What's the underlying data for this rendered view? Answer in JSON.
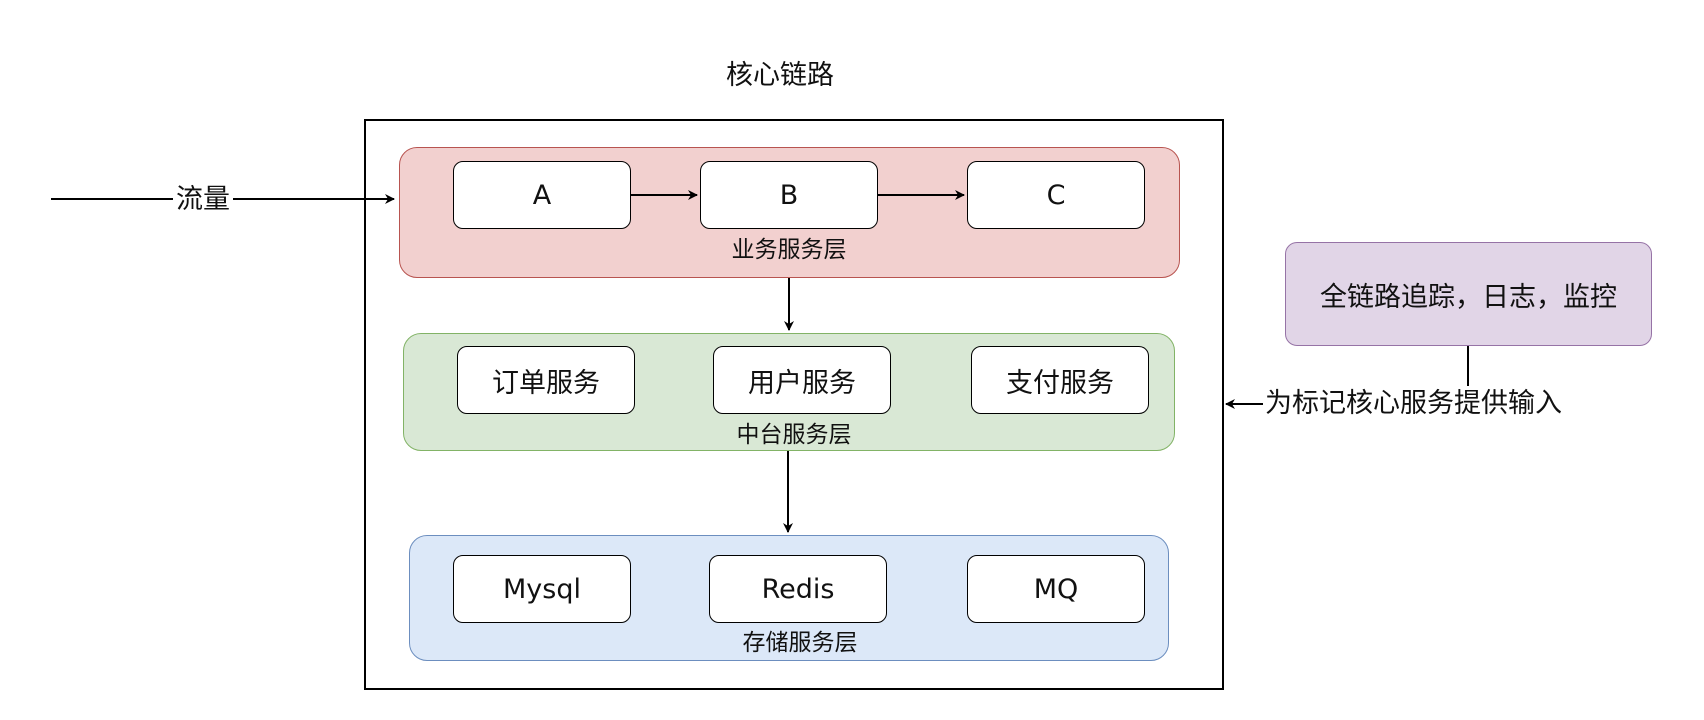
{
  "diagram": {
    "title": "核心链路",
    "traffic_label": "流量",
    "layers": {
      "business": {
        "label": "业务服务层",
        "nodes": [
          "A",
          "B",
          "C"
        ]
      },
      "middle": {
        "label": "中台服务层",
        "nodes": [
          "订单服务",
          "用户服务",
          "支付服务"
        ]
      },
      "storage": {
        "label": "存储服务层",
        "nodes": [
          "Mysql",
          "Redis",
          "MQ"
        ]
      }
    },
    "monitor": {
      "label": "全链路追踪，日志，监控",
      "edge_label": "为标记核心服务提供输入"
    },
    "colors": {
      "business_fill": "#f2d0cf",
      "business_stroke": "#b85450",
      "middle_fill": "#d9e8d5",
      "middle_stroke": "#82b366",
      "storage_fill": "#dce8f8",
      "storage_stroke": "#6c8ebf",
      "monitor_fill": "#e1d5e7",
      "monitor_stroke": "#9673a6"
    }
  }
}
